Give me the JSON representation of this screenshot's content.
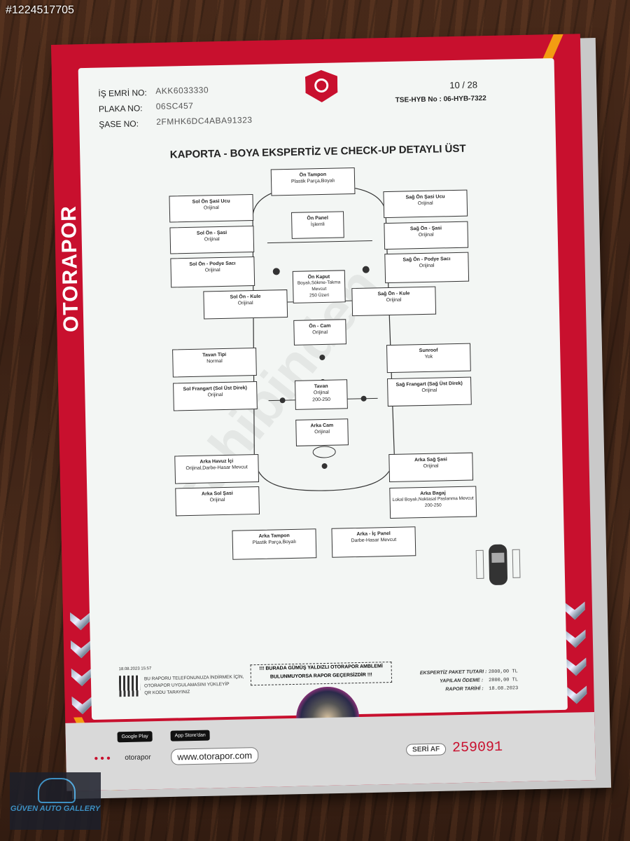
{
  "stock_id": "#1224517705",
  "brand_vertical": "OTORAPOR",
  "header": {
    "is_emri_label": "İŞ EMRİ NO:",
    "is_emri_value": "AKK6033330",
    "plaka_label": "PLAKA NO:",
    "plaka_value": "06SC457",
    "sase_label": "ŞASE NO:",
    "sase_value": "2FMHK6DC4ABA91323",
    "page": "10 / 28",
    "tse": "TSE-HYB No : 06-HYB-7322"
  },
  "title": "KAPORTA - BOYA EKSPERTİZ VE CHECK-UP DETAYLI ÜST",
  "boxes": {
    "on_tampon": {
      "t": "Ön Tampon",
      "v": "Plastik Parça,Boyalı"
    },
    "sol_on_sasi_ucu": {
      "t": "Sol Ön Şasi Ucu",
      "v": "Orijinal"
    },
    "sag_on_sasi_ucu": {
      "t": "Sağ Ön Şasi Ucu",
      "v": "Orijinal"
    },
    "on_panel": {
      "t": "Ön Panel",
      "v": "İşlemli"
    },
    "sol_on_sasi": {
      "t": "Sol Ön - Şasi",
      "v": "Orijinal"
    },
    "sag_on_sasi": {
      "t": "Sağ Ön - Şasi",
      "v": "Orijinal"
    },
    "sol_podye": {
      "t": "Sol Ön - Podye Sacı",
      "v": "Orijinal"
    },
    "sag_podye": {
      "t": "Sağ Ön - Podye Sacı",
      "v": "Orijinal"
    },
    "on_kaput": {
      "t": "Ön Kaput",
      "v": "Boyalı,Sökme-Takma Mevcut",
      "n": "250 Üzeri"
    },
    "sol_kule": {
      "t": "Sol Ön - Kule",
      "v": "Orijinal"
    },
    "sag_kule": {
      "t": "Sağ Ön - Kule",
      "v": "Orijinal"
    },
    "on_cam": {
      "t": "Ön - Cam",
      "v": "Orijinal"
    },
    "tavan_tipi": {
      "t": "Tavan Tipi",
      "v": "Normal"
    },
    "sunroof": {
      "t": "Sunroof",
      "v": "Yok"
    },
    "sol_frangart": {
      "t": "Sol Frangart (Sol Üst Direk)",
      "v": "Orijinal"
    },
    "tavan": {
      "t": "Tavan",
      "v": "Orijinal",
      "n": "200-250"
    },
    "sag_frangart": {
      "t": "Sağ Frangart (Sağ Üst Direk)",
      "v": "Orijinal"
    },
    "arka_cam": {
      "t": "Arka Cam",
      "v": "Orijinal"
    },
    "arka_havuz": {
      "t": "Arka Havuz İçi",
      "v": "Orijinal,Darbe-Hasar Mevcut"
    },
    "arka_sag_sasi": {
      "t": "Arka Sağ Şasi",
      "v": "Orijinal"
    },
    "arka_sol_sasi": {
      "t": "Arka Sol Şasi",
      "v": "Orijinal"
    },
    "arka_bagaj": {
      "t": "Arka Bagaj",
      "v": "Lokal Boyalı,Noktasal Paslanma Mevcut",
      "n": "200-250"
    },
    "arka_tampon": {
      "t": "Arka Tampon",
      "v": "Plastik Parça,Boyalı"
    },
    "arka_ic_panel": {
      "t": "Arka - İç Panel",
      "v": "Darbe-Hasar Mevcut"
    }
  },
  "notice": {
    "line1": "!!! BURADA GÜMÜŞ YALDIZLI OTORAPOR AMBLEMİ",
    "line2": "BULUNMUYORSA RAPOR GEÇERSİZDİR !!!"
  },
  "payment": {
    "paket_label": "EKSPERTİZ PAKET TUTARI :",
    "paket_value": "2800,00 TL",
    "odeme_label": "YAPILAN ÖDEME :",
    "odeme_value": "2800,00 TL",
    "tarih_label": "RAPOR TARİHİ :",
    "tarih_value": "18.08.2023"
  },
  "qr_text": {
    "date": "18.08.2023 15:57",
    "l1": "BU RAPORU TELEFONUNUZA İNDİRMEK İÇİN,",
    "l2": "OTORAPOR UYGULAMASINI YÜKLEYİP",
    "l3": "QR KODU TARAYINIZ"
  },
  "stores": {
    "google": "Google Play",
    "apple": "App Store'dan"
  },
  "social_handle": "otorapor",
  "website": "www.otorapor.com",
  "seri_label": "SERİ AF",
  "seri_no": "259091",
  "dealer_badge": "GÜVEN AUTO GALLERY",
  "colors": {
    "brand_red": "#c8102e",
    "accent_orange": "#f39c12",
    "paper": "#f3f6f4"
  }
}
